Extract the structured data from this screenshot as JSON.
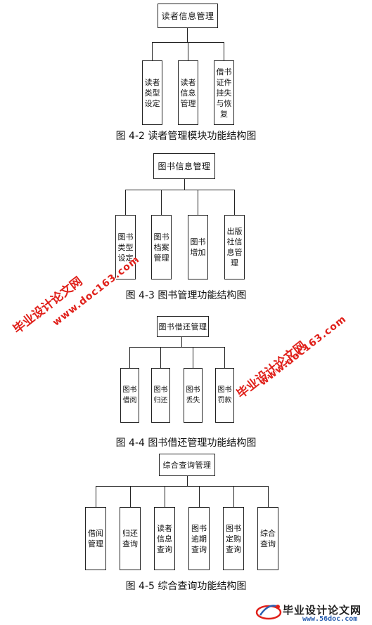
{
  "diagrams": [
    {
      "root": "读者信息管理",
      "children": [
        "读者\n类型\n设定",
        "读者\n信息\n管理",
        "借书\n证件\n挂失\n与恢\n复"
      ],
      "caption": "图 4-2 读者管理模块功能结构图"
    },
    {
      "root": "图书信息管理",
      "children": [
        "图书\n类型\n设定",
        "图书\n档案\n管理",
        "图书\n增加",
        "出版\n社信\n息管\n理"
      ],
      "caption": "图 4-3 图书管理功能结构图"
    },
    {
      "root": "图书借还管理",
      "children": [
        "图书\n借阅",
        "图书\n归还",
        "图书\n丢失",
        "图书\n罚款"
      ],
      "caption": "图 4-4 图书借还管理功能结构图"
    },
    {
      "root": "综合查询管理",
      "children": [
        "借阅\n管理",
        "归还\n查询",
        "读者\n信息\n查询",
        "图书\n逾期\n查询",
        "图书\n定购\n查询",
        "综合\n查询"
      ],
      "caption": "图 4-5 综合查询功能结构图"
    }
  ],
  "watermarks": {
    "site_name": "毕业设计论文网",
    "url_text": "www.doc163.com"
  },
  "logo": {
    "title": "毕业设计论文网",
    "url": "www.56doc.com"
  }
}
